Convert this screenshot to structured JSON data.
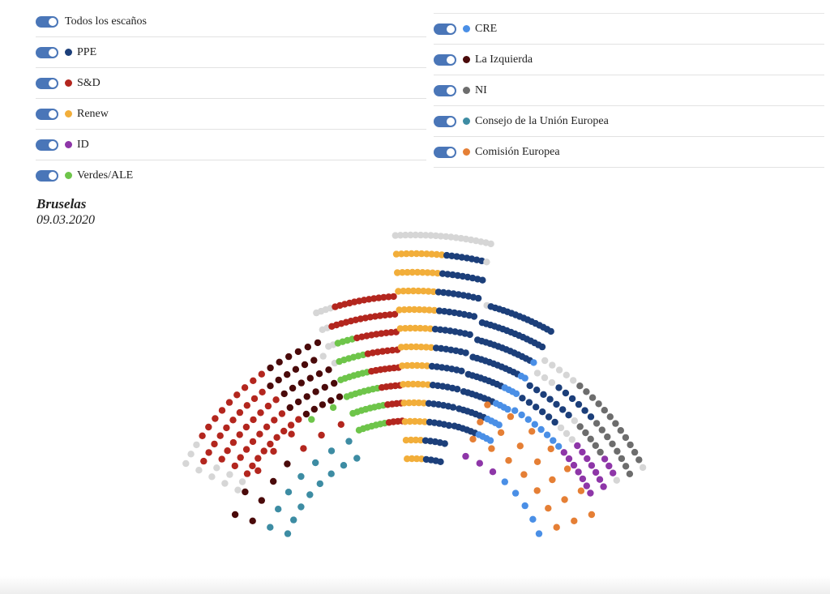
{
  "legend": {
    "all": {
      "label": "Todos los escaños"
    },
    "parties": [
      {
        "key": "ppe",
        "label": "PPE",
        "color": "#1c3f7a"
      },
      {
        "key": "sd",
        "label": "S&D",
        "color": "#b3261e"
      },
      {
        "key": "renew",
        "label": "Renew",
        "color": "#f2ae3a"
      },
      {
        "key": "id",
        "label": "ID",
        "color": "#8e36a8"
      },
      {
        "key": "greens",
        "label": "Verdes/ALE",
        "color": "#6ec54a"
      },
      {
        "key": "cre",
        "label": "CRE",
        "color": "#4a8fe6"
      },
      {
        "key": "left",
        "label": "La Izquierda",
        "color": "#4a0a0a"
      },
      {
        "key": "ni",
        "label": "NI",
        "color": "#6d6d6d"
      },
      {
        "key": "council",
        "label": "Consejo de la Unión Europea",
        "color": "#3d8ca3"
      },
      {
        "key": "commission",
        "label": "Comisión Europea",
        "color": "#e57f35"
      }
    ]
  },
  "caption": {
    "place": "Bruselas",
    "date": "09.03.2020"
  },
  "chart_data": {
    "type": "hemicycle",
    "empty_color": "#d6d6d6",
    "sections": [
      {
        "name": "far-left",
        "rows": [
          [
            "empty",
            "empty",
            "empty",
            "sd",
            "sd",
            "sd",
            "sd",
            "sd",
            "sd",
            "sd",
            "sd",
            "sd",
            "left",
            "left",
            "left",
            "left",
            "left",
            "left"
          ],
          [
            "empty",
            "sd",
            "sd",
            "sd",
            "sd",
            "sd",
            "sd",
            "sd",
            "sd",
            "sd",
            "sd",
            "left",
            "left",
            "left",
            "left",
            "left",
            "left",
            "empty"
          ],
          [
            "empty",
            "empty",
            "sd",
            "sd",
            "sd",
            "sd",
            "sd",
            "sd",
            "sd",
            "sd",
            "sd",
            "left",
            "left",
            "left",
            "left",
            "left",
            "left"
          ],
          [
            "empty",
            "empty",
            "sd",
            "sd",
            "sd",
            "sd",
            "sd",
            "sd",
            "sd",
            "sd",
            "left",
            "left",
            "left",
            "left",
            "left",
            "left"
          ],
          [
            "empty",
            "empty",
            "sd",
            "sd",
            "sd",
            "sd",
            "sd",
            "sd",
            "sd",
            "sd",
            "sd",
            "left",
            "left",
            "left",
            "left",
            "left"
          ]
        ]
      },
      {
        "name": "left-wedge",
        "rows": [
          [
            "empty",
            "empty",
            "empty",
            "empty",
            "sd",
            "sd",
            "sd",
            "sd",
            "sd",
            "sd",
            "sd",
            "sd",
            "sd",
            "sd",
            "sd",
            "sd",
            "sd"
          ],
          [
            "empty",
            "empty",
            "sd",
            "sd",
            "sd",
            "sd",
            "sd",
            "sd",
            "sd",
            "sd",
            "sd",
            "sd",
            "sd",
            "sd",
            "sd",
            "sd"
          ],
          [
            "empty",
            "empty",
            "greens",
            "greens",
            "greens",
            "greens",
            "sd",
            "sd",
            "sd",
            "sd",
            "sd",
            "sd",
            "sd",
            "sd",
            "sd"
          ],
          [
            "empty",
            "greens",
            "greens",
            "greens",
            "greens",
            "greens",
            "greens",
            "sd",
            "sd",
            "sd",
            "sd",
            "sd",
            "sd",
            "sd"
          ],
          [
            "greens",
            "greens",
            "greens",
            "greens",
            "greens",
            "greens",
            "greens",
            "sd",
            "sd",
            "sd",
            "sd",
            "sd",
            "sd",
            "sd"
          ],
          [
            "greens",
            "greens",
            "greens",
            "greens",
            "greens",
            "greens",
            "greens",
            "greens",
            "sd",
            "sd",
            "sd",
            "sd",
            "sd"
          ],
          [
            "greens",
            "greens",
            "greens",
            "greens",
            "greens",
            "greens",
            "greens",
            "greens",
            "sd",
            "sd",
            "sd",
            "sd"
          ],
          [
            "greens",
            "greens",
            "greens",
            "greens",
            "greens",
            "greens",
            "greens",
            "sd",
            "sd",
            "sd",
            "sd"
          ]
        ]
      },
      {
        "name": "center",
        "rows": [
          [
            "empty",
            "empty",
            "empty",
            "empty",
            "empty",
            "empty",
            "empty",
            "empty",
            "empty",
            "empty",
            "empty",
            "empty",
            "empty",
            "empty",
            "empty",
            "empty",
            "empty",
            "empty",
            "empty",
            "empty"
          ],
          [
            "renew",
            "renew",
            "renew",
            "renew",
            "renew",
            "renew",
            "renew",
            "renew",
            "renew",
            "renew",
            "ppe",
            "ppe",
            "ppe",
            "ppe",
            "ppe",
            "ppe",
            "ppe",
            "ppe",
            "empty"
          ],
          [
            "renew",
            "renew",
            "renew",
            "renew",
            "renew",
            "renew",
            "renew",
            "renew",
            "renew",
            "ppe",
            "ppe",
            "ppe",
            "ppe",
            "ppe",
            "ppe",
            "ppe",
            "ppe",
            "ppe"
          ],
          [
            "renew",
            "renew",
            "renew",
            "renew",
            "renew",
            "renew",
            "renew",
            "renew",
            "ppe",
            "ppe",
            "ppe",
            "ppe",
            "ppe",
            "ppe",
            "ppe",
            "ppe",
            "ppe"
          ],
          [
            "renew",
            "renew",
            "renew",
            "renew",
            "renew",
            "renew",
            "renew",
            "renew",
            "ppe",
            "ppe",
            "ppe",
            "ppe",
            "ppe",
            "ppe",
            "ppe",
            "ppe"
          ],
          [
            "renew",
            "renew",
            "renew",
            "renew",
            "renew",
            "renew",
            "renew",
            "ppe",
            "ppe",
            "ppe",
            "ppe",
            "ppe",
            "ppe",
            "ppe",
            "ppe"
          ],
          [
            "renew",
            "renew",
            "renew",
            "renew",
            "renew",
            "renew",
            "renew",
            "ppe",
            "ppe",
            "ppe",
            "ppe",
            "ppe",
            "ppe",
            "ppe"
          ],
          [
            "renew",
            "renew",
            "renew",
            "renew",
            "renew",
            "renew",
            "ppe",
            "ppe",
            "ppe",
            "ppe",
            "ppe",
            "ppe",
            "ppe"
          ],
          [
            "renew",
            "renew",
            "renew",
            "renew",
            "renew",
            "renew",
            "ppe",
            "ppe",
            "ppe",
            "ppe",
            "ppe",
            "ppe"
          ],
          [
            "renew",
            "renew",
            "renew",
            "renew",
            "renew",
            "ppe",
            "ppe",
            "ppe",
            "ppe",
            "ppe",
            "ppe"
          ],
          [
            "renew",
            "renew",
            "renew",
            "renew",
            "renew",
            "ppe",
            "ppe",
            "ppe",
            "ppe",
            "ppe"
          ],
          [
            "renew",
            "renew",
            "renew",
            "renew",
            "ppe",
            "ppe",
            "ppe",
            "ppe",
            "ppe"
          ],
          [
            "renew",
            "renew",
            "renew",
            "renew",
            "ppe",
            "ppe",
            "ppe",
            "ppe"
          ]
        ]
      },
      {
        "name": "right-wedge",
        "rows": [
          [
            "empty",
            "ppe",
            "ppe",
            "ppe",
            "ppe",
            "ppe",
            "ppe",
            "ppe",
            "ppe",
            "ppe",
            "ppe",
            "ppe",
            "ppe",
            "ppe",
            "ppe",
            "ppe",
            "ppe"
          ],
          [
            "ppe",
            "ppe",
            "ppe",
            "ppe",
            "ppe",
            "ppe",
            "ppe",
            "ppe",
            "ppe",
            "ppe",
            "ppe",
            "ppe",
            "ppe",
            "ppe",
            "ppe",
            "ppe"
          ],
          [
            "ppe",
            "ppe",
            "ppe",
            "ppe",
            "ppe",
            "ppe",
            "ppe",
            "ppe",
            "ppe",
            "ppe",
            "ppe",
            "ppe",
            "ppe",
            "ppe",
            "cre"
          ],
          [
            "ppe",
            "ppe",
            "ppe",
            "ppe",
            "ppe",
            "ppe",
            "ppe",
            "ppe",
            "ppe",
            "ppe",
            "ppe",
            "ppe",
            "cre",
            "cre"
          ],
          [
            "ppe",
            "ppe",
            "ppe",
            "ppe",
            "ppe",
            "ppe",
            "ppe",
            "ppe",
            "ppe",
            "cre",
            "cre",
            "cre",
            "cre"
          ],
          [
            "ppe",
            "ppe",
            "ppe",
            "ppe",
            "ppe",
            "ppe",
            "ppe",
            "ppe",
            "cre",
            "cre",
            "cre",
            "cre"
          ],
          [
            "ppe",
            "ppe",
            "ppe",
            "ppe",
            "ppe",
            "ppe",
            "ppe",
            "cre",
            "cre",
            "cre",
            "cre"
          ],
          [
            "ppe",
            "ppe",
            "ppe",
            "ppe",
            "ppe",
            "ppe",
            "cre",
            "cre",
            "cre",
            "cre"
          ]
        ]
      },
      {
        "name": "far-right",
        "rows": [
          [
            "empty",
            "empty",
            "empty",
            "empty",
            "empty",
            "ni",
            "ni",
            "ni",
            "ni",
            "ni",
            "ni",
            "ni",
            "ni",
            "ni",
            "ni",
            "ni",
            "ni",
            "empty"
          ],
          [
            "empty",
            "empty",
            "empty",
            "ppe",
            "ppe",
            "ppe",
            "ppe",
            "ppe",
            "ppe",
            "ni",
            "ni",
            "ni",
            "ni",
            "ni",
            "ni",
            "ni",
            "ni"
          ],
          [
            "ppe",
            "ppe",
            "ppe",
            "ppe",
            "ppe",
            "ppe",
            "ppe",
            "empty",
            "ni",
            "ni",
            "ni",
            "ni",
            "ni",
            "id",
            "id",
            "id",
            "empty"
          ],
          [
            "ppe",
            "ppe",
            "ppe",
            "ppe",
            "ppe",
            "ppe",
            "empty",
            "empty",
            "empty",
            "id",
            "id",
            "id",
            "id",
            "id",
            "id",
            "id"
          ],
          [
            "cre",
            "cre",
            "cre",
            "cre",
            "cre",
            "cre",
            "cre",
            "cre",
            "id",
            "id",
            "id",
            "id",
            "id",
            "id",
            "id"
          ]
        ]
      },
      {
        "name": "front-left",
        "rows": [
          [
            "council",
            "council",
            "council",
            "council",
            "council",
            "council",
            "council",
            "council"
          ],
          [
            "council",
            "council",
            "council",
            "council",
            "council",
            "council",
            "council"
          ],
          [
            "left",
            "left",
            "left",
            "left",
            "sd",
            "sd",
            "sd"
          ],
          [
            "left",
            "left",
            "sd",
            "sd",
            "sd",
            "greens",
            "greens"
          ]
        ]
      },
      {
        "name": "front-right",
        "rows": [
          [
            "id",
            "id",
            "id",
            "cre",
            "cre",
            "cre",
            "cre",
            "cre"
          ],
          [
            "commission",
            "commission",
            "commission",
            "commission",
            "commission",
            "commission",
            "commission"
          ],
          [
            "commission",
            "commission",
            "commission",
            "commission",
            "commission",
            "commission",
            "commission"
          ],
          [
            "commission",
            "commission",
            "commission",
            "commission",
            "commission",
            "commission",
            "commission"
          ]
        ]
      }
    ]
  }
}
